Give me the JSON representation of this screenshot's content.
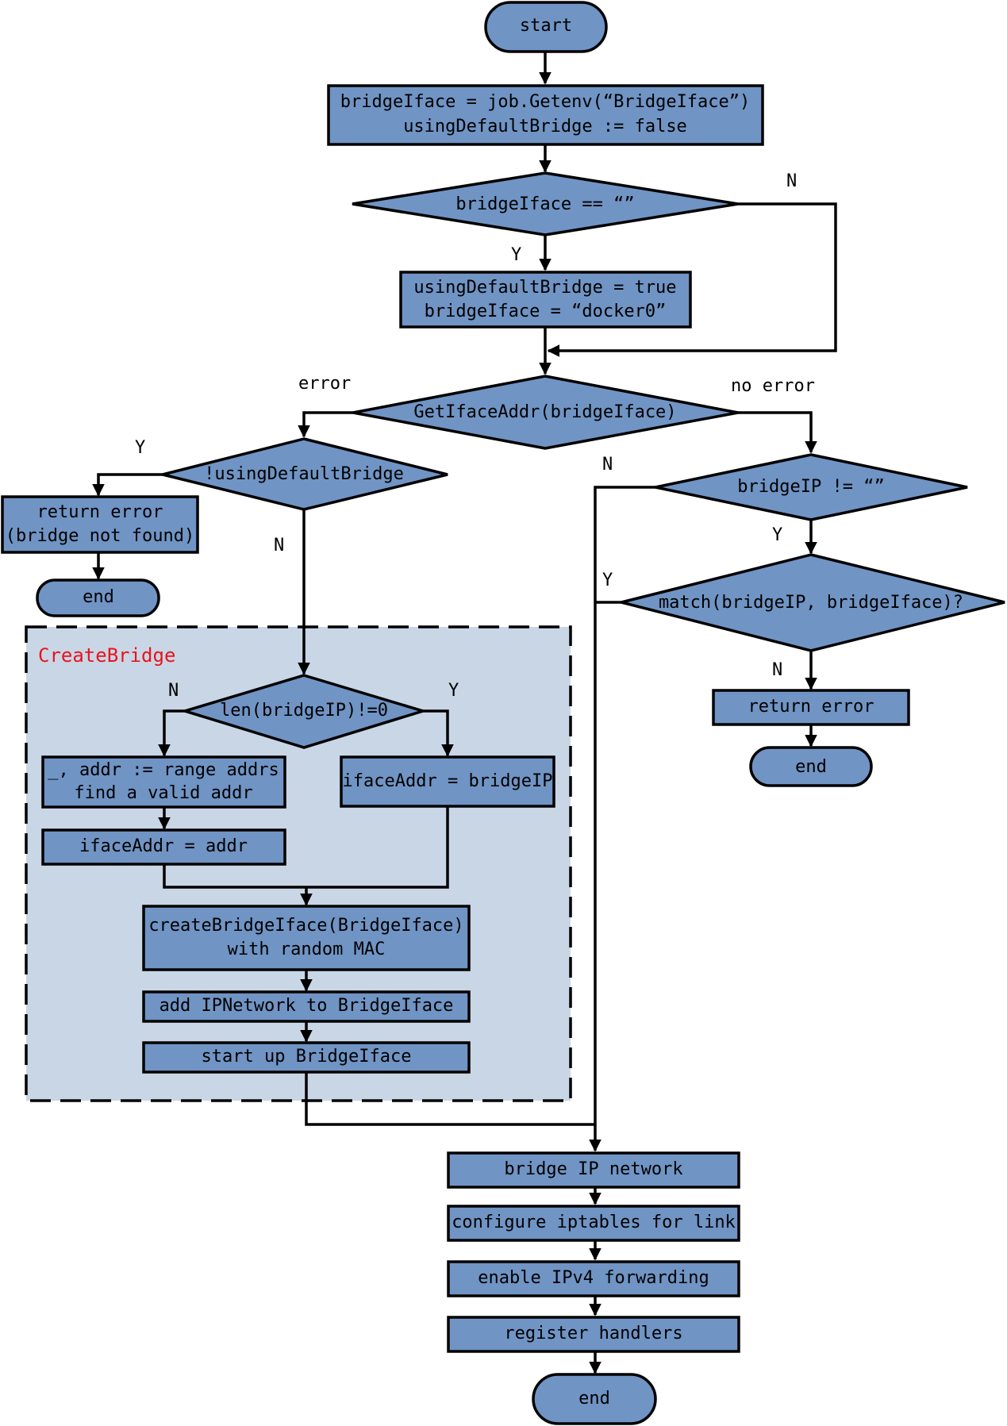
{
  "nodes": {
    "start": "start",
    "init": [
      "bridgeIface = job.Getenv(“BridgeIface”)",
      "usingDefaultBridge := false"
    ],
    "check_empty": "bridgeIface == “”",
    "set_default": [
      "usingDefaultBridge = true",
      "bridgeIface = “docker0”"
    ],
    "get_addr": "GetIfaceAddr(bridgeIface)",
    "not_default": "!usingDefaultBridge",
    "return_not_found": [
      "return error",
      "(bridge not found)"
    ],
    "end_left": "end",
    "bridge_ip_check": "bridgeIP != “”",
    "match_check": "match(bridgeIP, bridgeIface)?",
    "return_error": "return error",
    "end_right": "end",
    "len_check": "len(bridgeIP)!=0",
    "range_addrs": [
      "_, addr := range addrs",
      "find a valid addr"
    ],
    "iface_addr_addr": "ifaceAddr = addr",
    "iface_addr_bridgeip": "ifaceAddr = bridgeIP",
    "create_bridge": [
      "createBridgeIface(BridgeIface)",
      "with random MAC"
    ],
    "add_ipnetwork": "add IPNetwork to BridgeIface",
    "start_up": "start up BridgeIface",
    "bridge_ip_network": "bridge IP network",
    "configure_iptables": "configure iptables for link",
    "enable_ipv4": "enable IPv4 forwarding",
    "register_handlers": "register handlers",
    "end_bottom": "end"
  },
  "group": {
    "label": "CreateBridge",
    "label_color": "#e8141b"
  },
  "edge_labels": {
    "check_empty_no": "N",
    "check_empty_yes": "Y",
    "get_addr_error": "error",
    "get_addr_no_error": "no error",
    "not_default_yes": "Y",
    "not_default_no": "N",
    "bridge_ip_check_no": "N",
    "bridge_ip_check_yes": "Y",
    "match_yes": "Y",
    "match_no": "N",
    "len_check_no": "N",
    "len_check_yes": "Y"
  },
  "colors": {
    "node_fill": "#7094c4",
    "group_fill": "#c9d6e6",
    "stroke": "#000000"
  }
}
